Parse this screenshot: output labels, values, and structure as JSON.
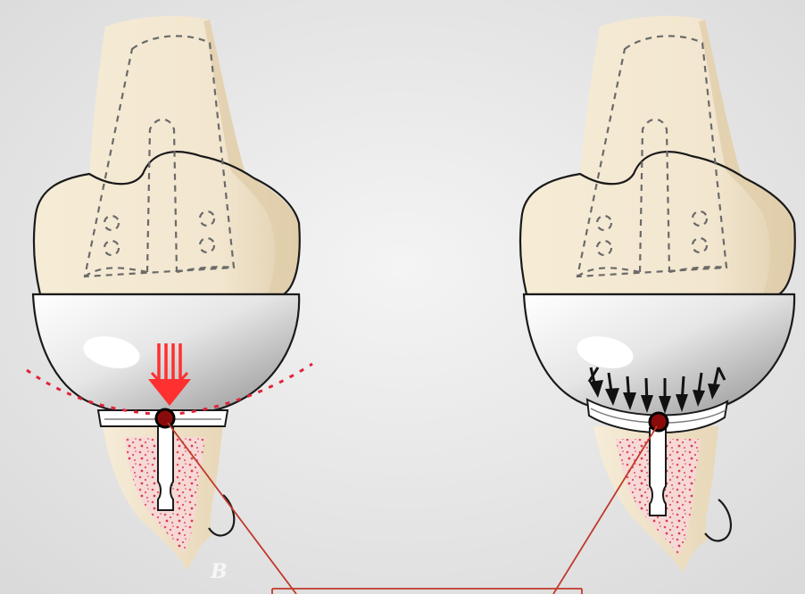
{
  "figure": {
    "label_fragment": "B",
    "colors": {
      "background": "#ececec",
      "bone": "#f2e6cf",
      "bone_shadow": "#e3d3b4",
      "bone_outline": "#1a1a1a",
      "dashed_outline": "#6a6a6a",
      "implant_light": "#ffffff",
      "implant_dark": "#9a9a9a",
      "cancellous_red": "#e23a4a",
      "force_arrow": "#ff3030",
      "compression_arrow": "#111111",
      "contact_point": "#8a0b0b",
      "leader_line": "#c0392b",
      "arc_dotted": "#e0223a"
    },
    "panels": [
      {
        "id": "left",
        "contact": "point",
        "icon": "single-force-arrow"
      },
      {
        "id": "right",
        "contact": "conformal",
        "icon": "multiple-compression-arrows"
      }
    ]
  }
}
